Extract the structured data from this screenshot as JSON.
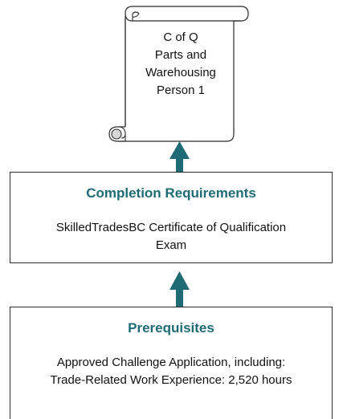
{
  "scroll": {
    "lines": [
      "C of Q",
      "Parts and",
      "Warehousing",
      "Person 1"
    ]
  },
  "completion": {
    "title": "Completion Requirements",
    "line1": "SkilledTradesBC Certificate of Qualification",
    "line2": "Exam"
  },
  "prerequisites": {
    "title": "Prerequisites",
    "line1": "Approved Challenge Application, including:",
    "line2": "Trade-Related Work Experience: 2,520 hours"
  },
  "colors": {
    "accent": "#1f6b75",
    "border": "#2b2b2b"
  }
}
